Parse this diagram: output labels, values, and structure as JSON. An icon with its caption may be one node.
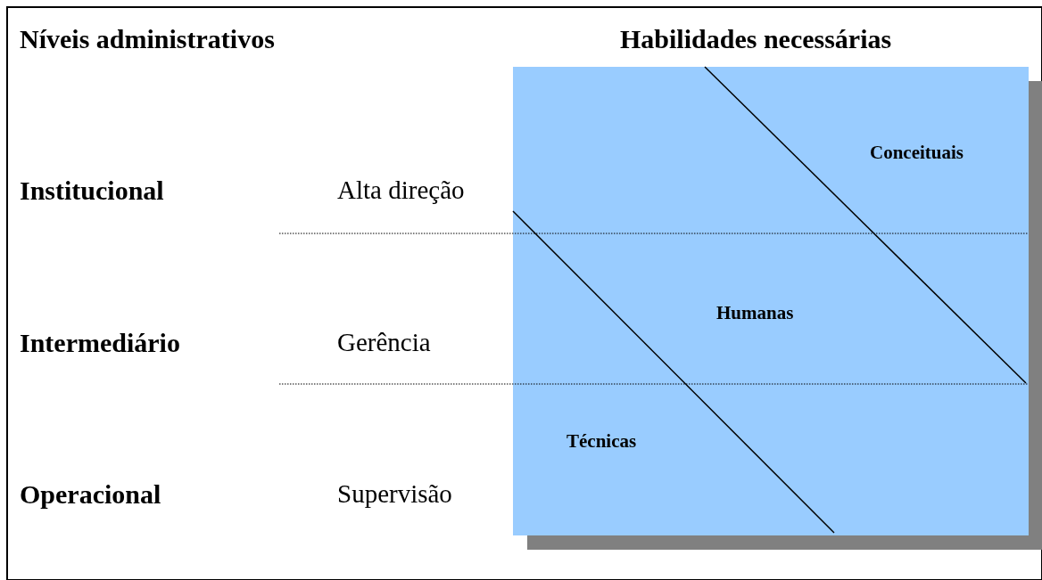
{
  "diagram": {
    "labels": [
      "Níveis administrativos",
      "Habilidades necessárias",
      "Conceituais",
      "Institucional",
      "Alta direção",
      "Humanas",
      "Intermediário",
      "Gerência",
      "Técnicas",
      "Operacional",
      "Supervisão"
    ]
  }
}
